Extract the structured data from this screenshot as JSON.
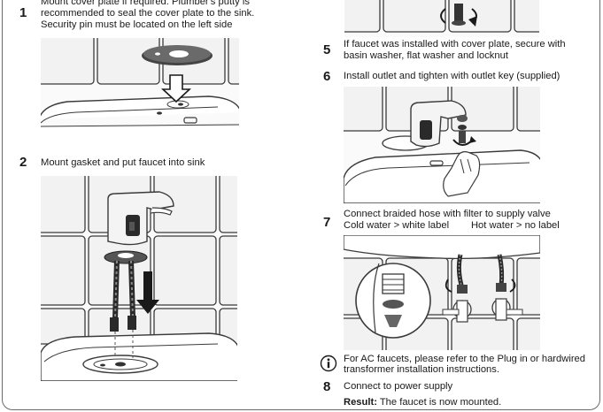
{
  "steps": [
    {
      "number": "1",
      "lines": [
        "Mount cover plate if required. Plumber's putty is",
        "recommended to seal the cover plate to the sink.",
        "Security pin must be located on the left side"
      ]
    },
    {
      "number": "2",
      "lines": [
        "Mount gasket and put faucet into sink"
      ]
    },
    {
      "number": "5",
      "lines": [
        "If faucet was installed with cover plate, secure with",
        "basin washer, flat washer and locknut"
      ]
    },
    {
      "number": "6",
      "lines": [
        "Install outlet and tighten with outlet key (supplied)"
      ]
    },
    {
      "number": "7",
      "lines": [
        "Connect braided hose with filter to supply valve",
        "Cold water > white label        Hot water > no label"
      ]
    },
    {
      "number": "8",
      "lines": [
        "Connect to power supply"
      ]
    }
  ],
  "note": {
    "icon": "info-icon",
    "lines": [
      "For AC faucets, please refer to the Plug in or hardwired",
      "transformer installation instructions."
    ]
  },
  "result": {
    "label": "Result:",
    "text": " The faucet is now mounted."
  },
  "colors": {
    "text": "#1a1a1a",
    "line": "#3a3a3a",
    "tile": "#f2f2f2",
    "shade": "#cfcfcf",
    "dark": "#333333"
  }
}
